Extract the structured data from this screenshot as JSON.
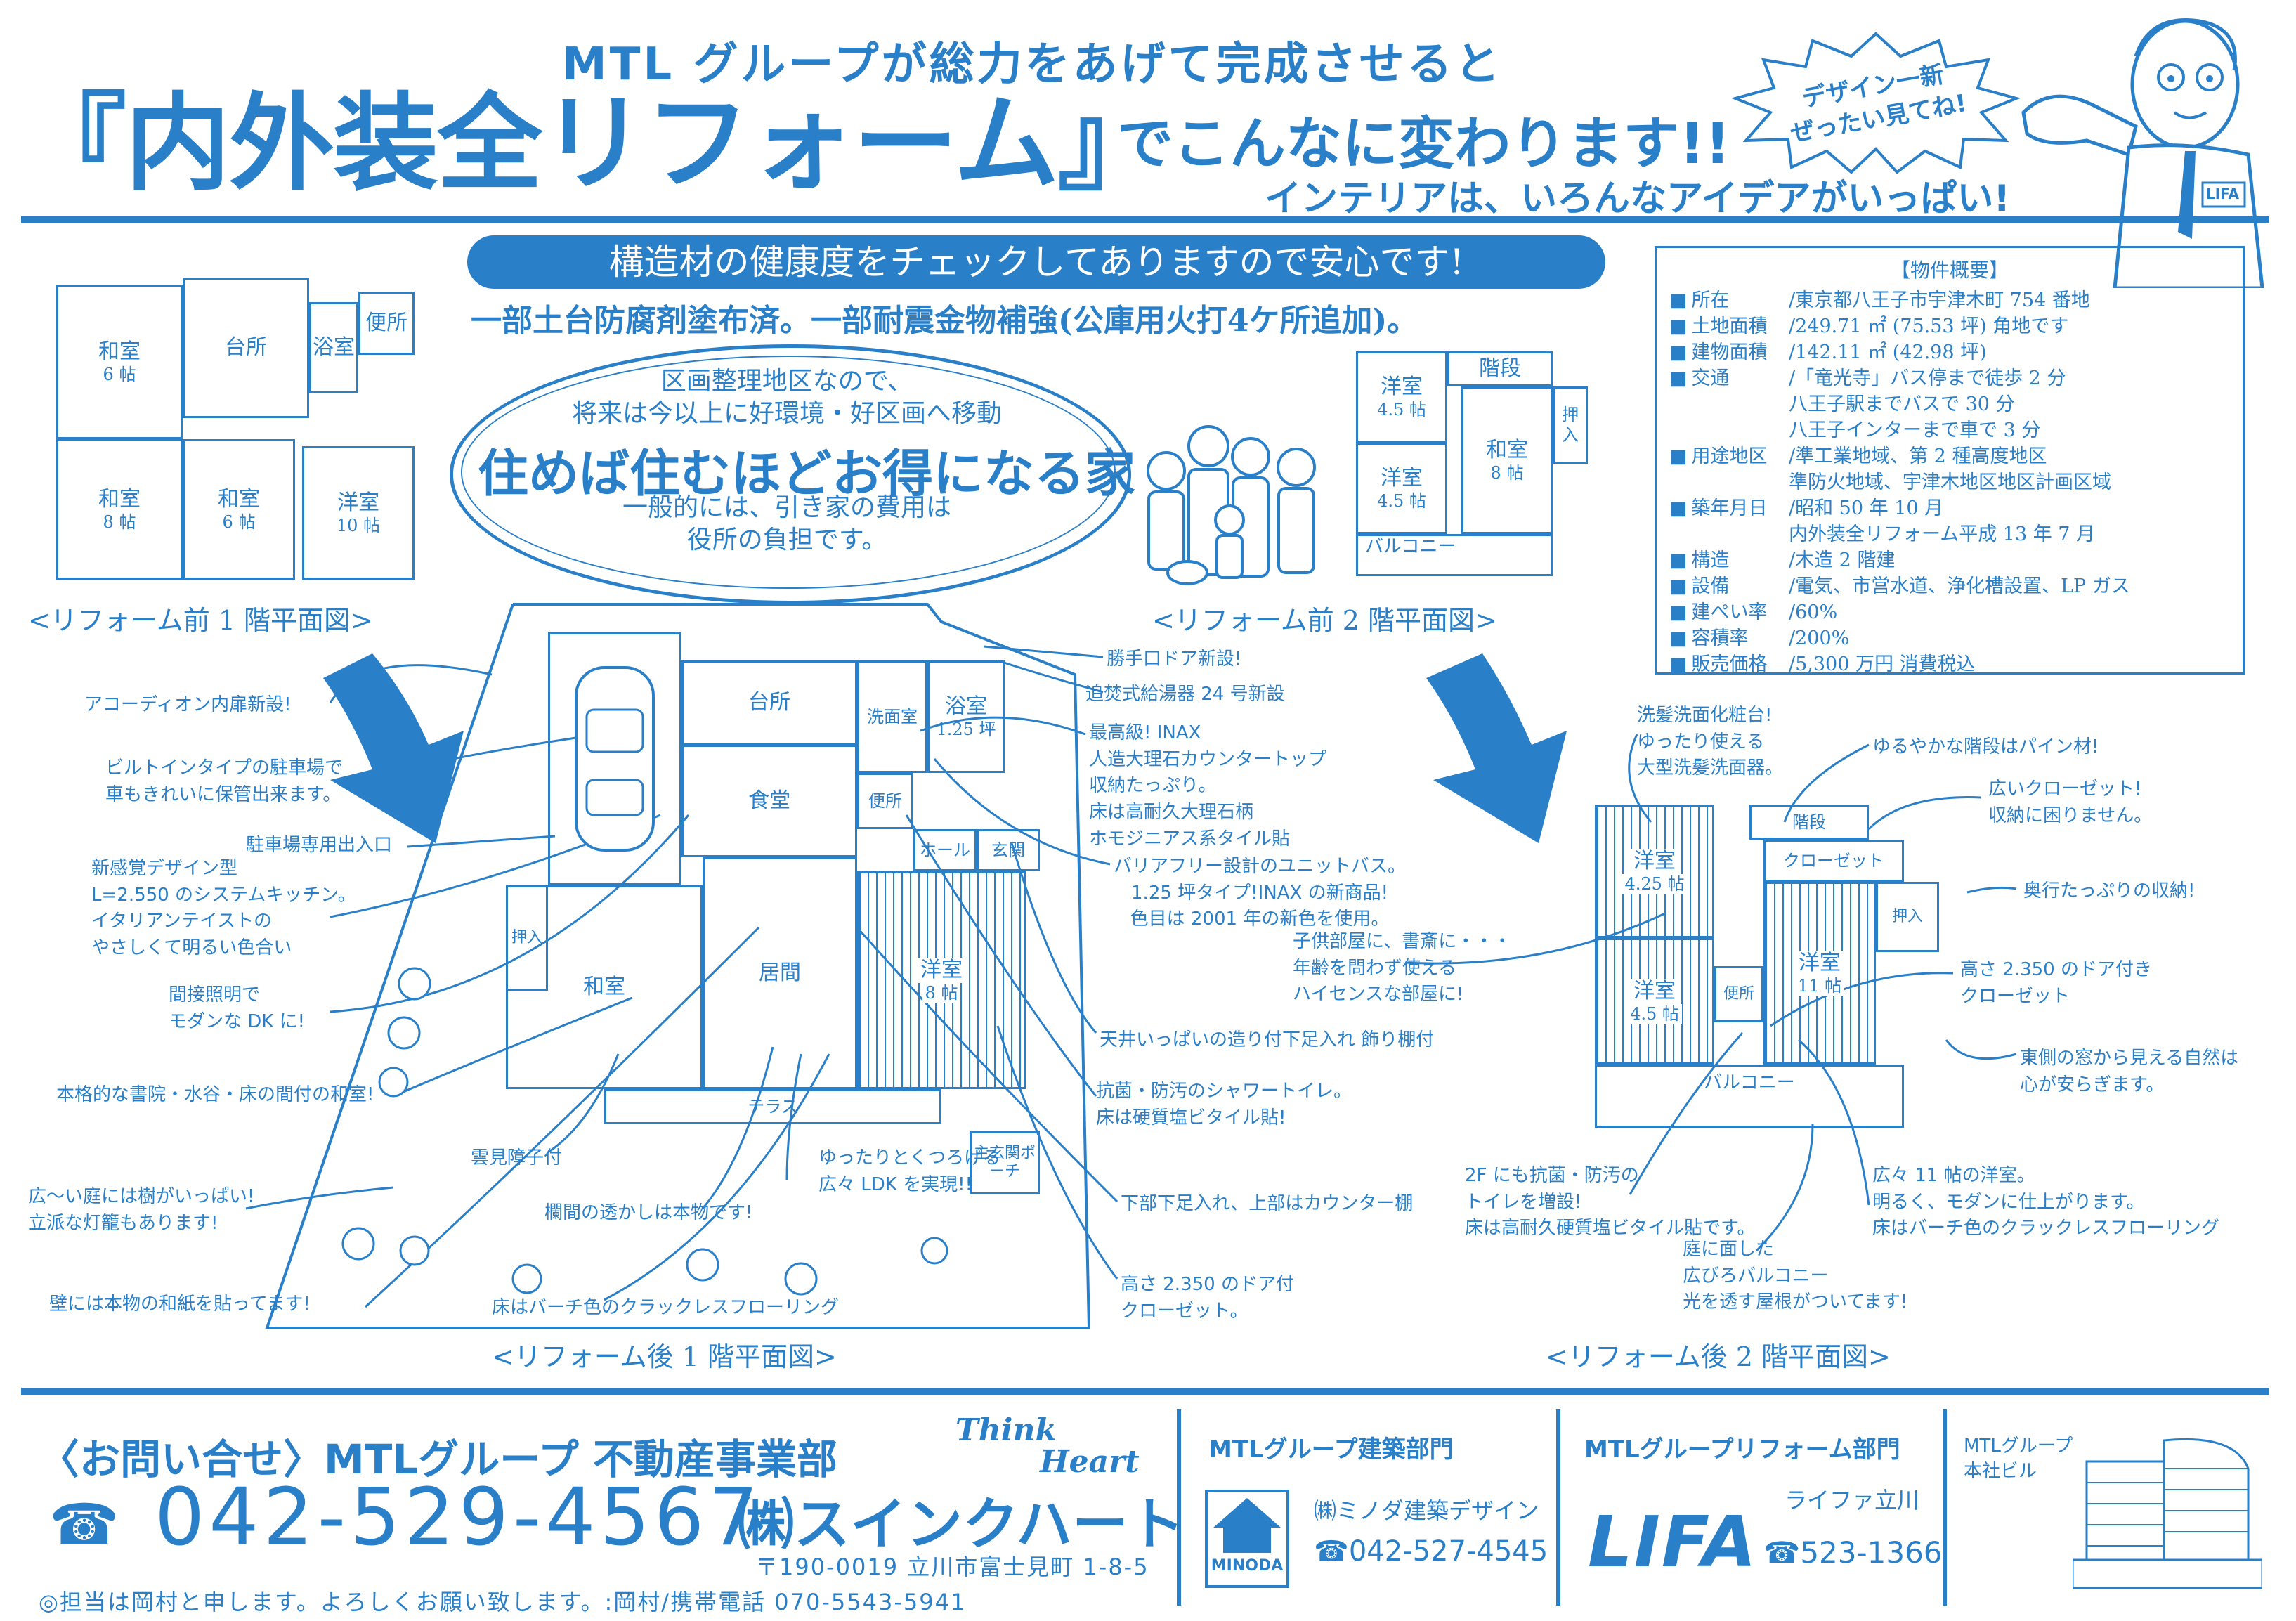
{
  "header": {
    "subtitle": "MTL グループが総力をあげて完成させると",
    "main_title": "『内外装全リフォーム』",
    "main_tail": "でこんなに変わります!!",
    "tagline": "インテリアは、いろんなアイデアがいっぱい!",
    "bubble": "デザイン一新\nぜったい見てね!",
    "mascot_badge": "LIFA"
  },
  "banner": {
    "pill": "構造材の健康度をチェックしてありますので安心です!",
    "sub": "一部土台防腐剤塗布済。一部耐震金物補強(公庫用火打4ケ所追加)。"
  },
  "oval": {
    "top": "区画整理地区なので、\n将来は今以上に好環境・好区画へ移動",
    "big": "住めば住むほどお得になる家",
    "bottom": "一般的には、引き家の費用は\n役所の負担です。"
  },
  "specs": {
    "title": "【物件概要】",
    "rows": [
      {
        "k": "所在",
        "v": "/東京都八王子市宇津木町 754 番地"
      },
      {
        "k": "土地面積",
        "v": "/249.71 ㎡ (75.53 坪) 角地です"
      },
      {
        "k": "建物面積",
        "v": "/142.11 ㎡ (42.98 坪)"
      },
      {
        "k": "交通",
        "v": "/「竜光寺」バス停まで徒歩 2 分\n 八王子駅までバスで 30 分\n 八王子インターまで車で 3 分"
      },
      {
        "k": "用途地区",
        "v": "/準工業地域、第 2 種高度地区\n 準防火地域、宇津木地区地区計画区域"
      },
      {
        "k": "築年月日",
        "v": "/昭和 50 年 10 月\n 内外装全リフォーム平成 13 年 7 月"
      },
      {
        "k": "構造",
        "v": "/木造 2 階建"
      },
      {
        "k": "設備",
        "v": "/電気、市営水道、浄化槽設置、LP ガス"
      },
      {
        "k": "建ぺい率",
        "v": "/60%"
      },
      {
        "k": "容積率",
        "v": "/200%"
      },
      {
        "k": "販売価格",
        "v": "/5,300 万円 消費税込"
      }
    ]
  },
  "before1": {
    "caption": "<リフォーム前 1 階平面図>",
    "rooms": {
      "washitsu6": "和室",
      "washitsu6_sz": "6 帖",
      "daidokoro": "台所",
      "yokushitsu": "浴室",
      "benjo": "便所",
      "washitsu8": "和室",
      "washitsu8_sz": "8 帖",
      "washitsu6b": "和室",
      "washitsu6b_sz": "6 帖",
      "yoshitsu10": "洋室",
      "yoshitsu10_sz": "10 帖"
    }
  },
  "before2": {
    "caption": "<リフォーム前 2 階平面図>",
    "rooms": {
      "yoshitsuA": "洋室",
      "yoshitsuA_sz": "4.5 帖",
      "yoshitsuB": "洋室",
      "yoshitsuB_sz": "4.5 帖",
      "kaidan": "階段",
      "oshiire": "押入",
      "washitsu": "和室",
      "washitsu_sz": "8 帖",
      "balcony": "バルコニー"
    }
  },
  "after1": {
    "caption": "<リフォーム後 1 階平面図>",
    "rooms": {
      "daidokoro": "台所",
      "shokudo": "食堂",
      "senmen": "洗面室",
      "yoku": "浴室",
      "yoku_sz": "1.25 坪",
      "benjo": "便所",
      "hall": "ホール",
      "genkan": "玄関",
      "washitsu": "和室",
      "oshiire": "押入",
      "ima": "居間",
      "yoshitsu": "洋室",
      "yoshitsu_sz": "8 帖",
      "terrace": "テラス",
      "porch": "主玄関ポーチ"
    },
    "callouts": {
      "c1": "アコーディオン内扉新設!",
      "c2": "ビルトインタイプの駐車場で\n車もきれいに保管出来ます。",
      "c3": "駐車場専用出入口",
      "c4": "新感覚デザイン型\nL=2.550 のシステムキッチン。\nイタリアンテイストの\nやさしくて明るい色合い",
      "c5": "間接照明で\nモダンな DK に!",
      "c6": "本格的な書院・水谷・床の間付の和室!",
      "c7": "雲見障子付",
      "c8": "広〜い庭には樹がいっぱい!\n立派な灯籠もあります!",
      "c9": "欄間の透かしは本物です!",
      "c10": "壁には本物の和紙を貼ってます!",
      "c11": "床はバーチ色のクラックレスフローリング",
      "c12": "ゆったりとくつろげる\n広々 LDK を実現!!",
      "c13": "勝手口ドア新設!",
      "c14": "追焚式給湯器 24 号新設",
      "c15": "最高級! INAX\n人造大理石カウンタートップ\n収納たっぷり。\n床は高耐久大理石柄\nホモジニアス系タイル貼",
      "c16": "バリアフリー設計のユニットバス。\n1.25 坪タイプ!INAX の新商品!\n色目は 2001 年の新色を使用。",
      "c17": "天井いっぱいの造り付下足入れ 飾り棚付",
      "c18": "抗菌・防汚のシャワートイレ。\n床は硬質塩ビタイル貼!",
      "c19": "下部下足入れ、上部はカウンター棚",
      "c20": "高さ 2.350 のドア付\nクローゼット。"
    }
  },
  "after2": {
    "caption": "<リフォーム後 2 階平面図>",
    "rooms": {
      "yoshitsuA": "洋室",
      "yoshitsuA_sz": "4.25 帖",
      "yoshitsuB": "洋室",
      "yoshitsuB_sz": "4.5 帖",
      "yoshitsuC": "洋室",
      "yoshitsuC_sz": "11 帖",
      "kaidan": "階段",
      "closet": "クローゼット",
      "oshiire": "押入",
      "benjo": "便所",
      "balcony": "バルコニー"
    },
    "callouts": {
      "d1": "洗髪洗面化粧台!\nゆったり使える\n大型洗髪洗面器。",
      "d2": "ゆるやかな階段はパイン材!",
      "d3": "広いクローゼット!\n収納に困りません。",
      "d4": "奥行たっぷりの収納!",
      "d5": "子供部屋に、書斎に・・・\n年齢を問わず使える\nハイセンスな部屋に!",
      "d6": "高さ 2.350 のドア付き\nクローゼット",
      "d7": "東側の窓から見える自然は\n心が安らぎます。",
      "d8": "2F にも抗菌・防汚の\nトイレを増設!\n床は高耐久硬質塩ビタイル貼です。",
      "d9": "庭に面した\n広びろバルコニー\n光を透す屋根がついてます!",
      "d10": "広々 11 帖の洋室。\n明るく、モダンに仕上がります。\n床はバーチ色のクラックレスフローリング"
    }
  },
  "footer": {
    "inquiry": "〈お問い合せ〉MTLグループ 不動産事業部",
    "tel": "042-529-4567",
    "logo1": "Think",
    "logo2": "Heart",
    "company": "㈱スインクハート",
    "address": "〒190-0019 立川市富士見町 1-8-5",
    "note": "◎担当は岡村と申します。よろしくお願い致します。:岡村/携帯電話 070-5543-5941",
    "arch_title": "MTLグループ建築部門",
    "minoda": "MINODA",
    "arch_company": "㈱ミノダ建築デザイン",
    "arch_tel": "☎042-527-4545",
    "reform_title": "MTLグループリフォーム部門",
    "lifa": "LIFA",
    "lifa_name": "ライファ立川",
    "lifa_tel": "☎523-1366",
    "hq": "MTLグループ\n本社ビル"
  }
}
